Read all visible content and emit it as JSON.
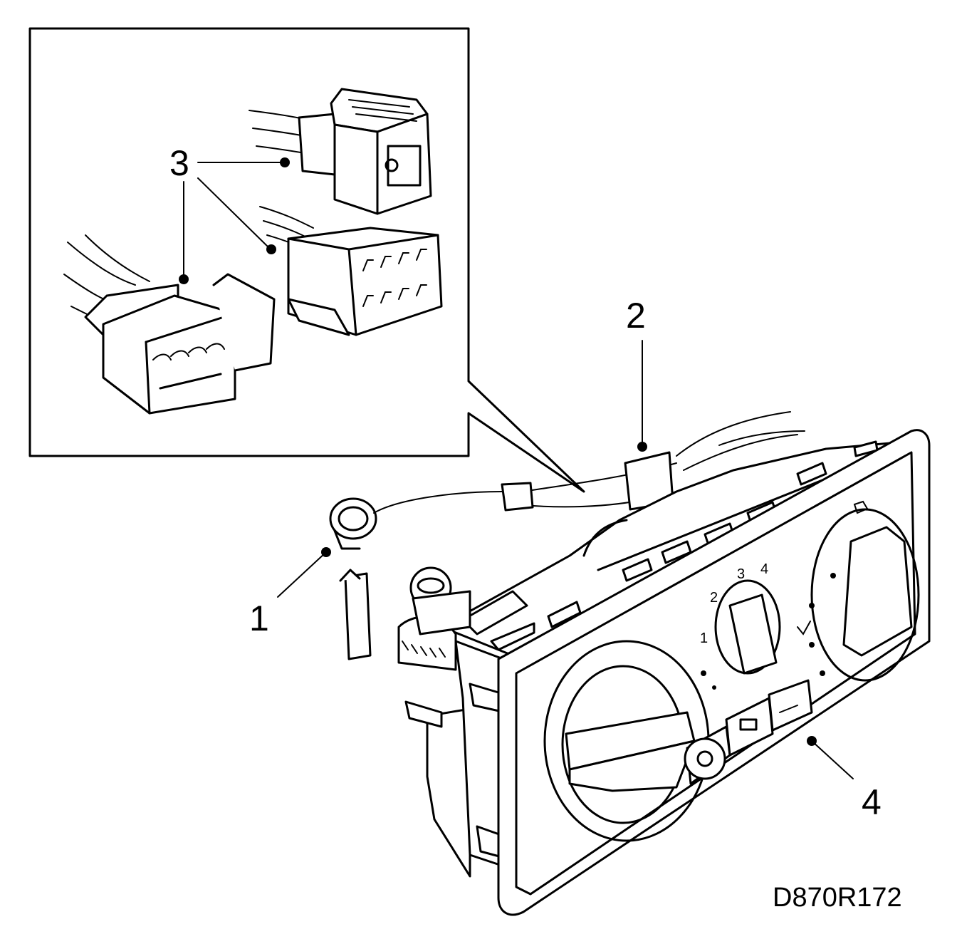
{
  "callouts": {
    "ground_lead": "1",
    "harness": "2",
    "connectors": "3",
    "control_panel": "4"
  },
  "dial_numbers": [
    "1",
    "2",
    "3",
    "4"
  ],
  "drawing_code": "D870R172"
}
